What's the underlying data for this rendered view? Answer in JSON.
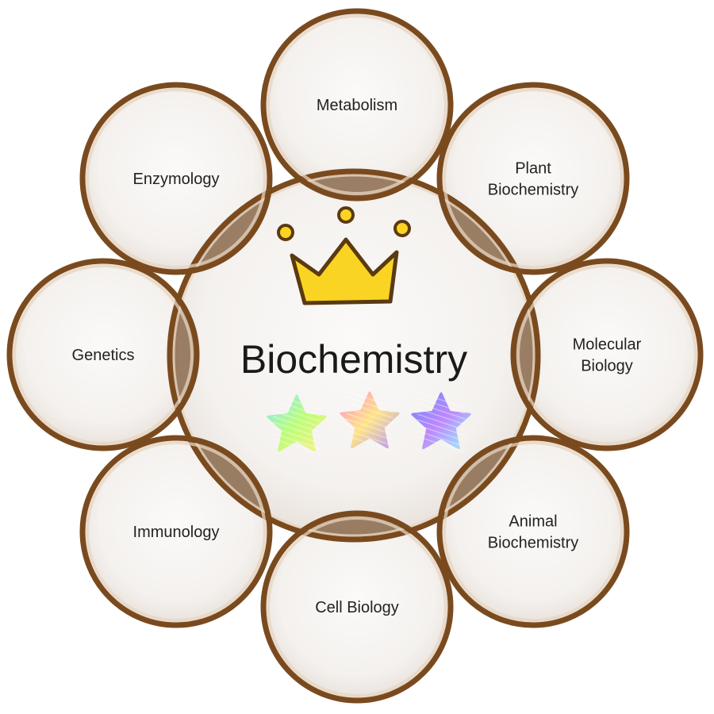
{
  "diagram": {
    "center_title": "Biochemistry",
    "topics": [
      {
        "lines": [
          "Metabolism"
        ]
      },
      {
        "lines": [
          "Plant",
          "Biochemistry"
        ]
      },
      {
        "lines": [
          "Molecular",
          "Biology"
        ]
      },
      {
        "lines": [
          "Animal",
          "Biochemistry"
        ]
      },
      {
        "lines": [
          "Cell Biology"
        ]
      },
      {
        "lines": [
          "Immunology"
        ]
      },
      {
        "lines": [
          "Genetics"
        ]
      },
      {
        "lines": [
          "Enzymology"
        ]
      }
    ],
    "decorations": {
      "crown_icon": "crown-icon",
      "star_icons": [
        "star-icon",
        "star-icon",
        "star-icon"
      ]
    },
    "colors": {
      "ring_dark": "#7a4a1f",
      "ring_mid": "#a9764a",
      "ring_light": "#e8d4bf",
      "disc_fill": "#f6f4f2",
      "overlap": "#8a6a4c",
      "crown_fill": "#f9d423",
      "crown_stroke": "#5a3a10",
      "star_gradients": [
        [
          "#7ee6ff",
          "#b6ff6a",
          "#fff07a"
        ],
        [
          "#ff86c8",
          "#ffe27a",
          "#b08cff"
        ],
        [
          "#5c7cff",
          "#b87cff",
          "#8ff0ff"
        ]
      ]
    }
  }
}
